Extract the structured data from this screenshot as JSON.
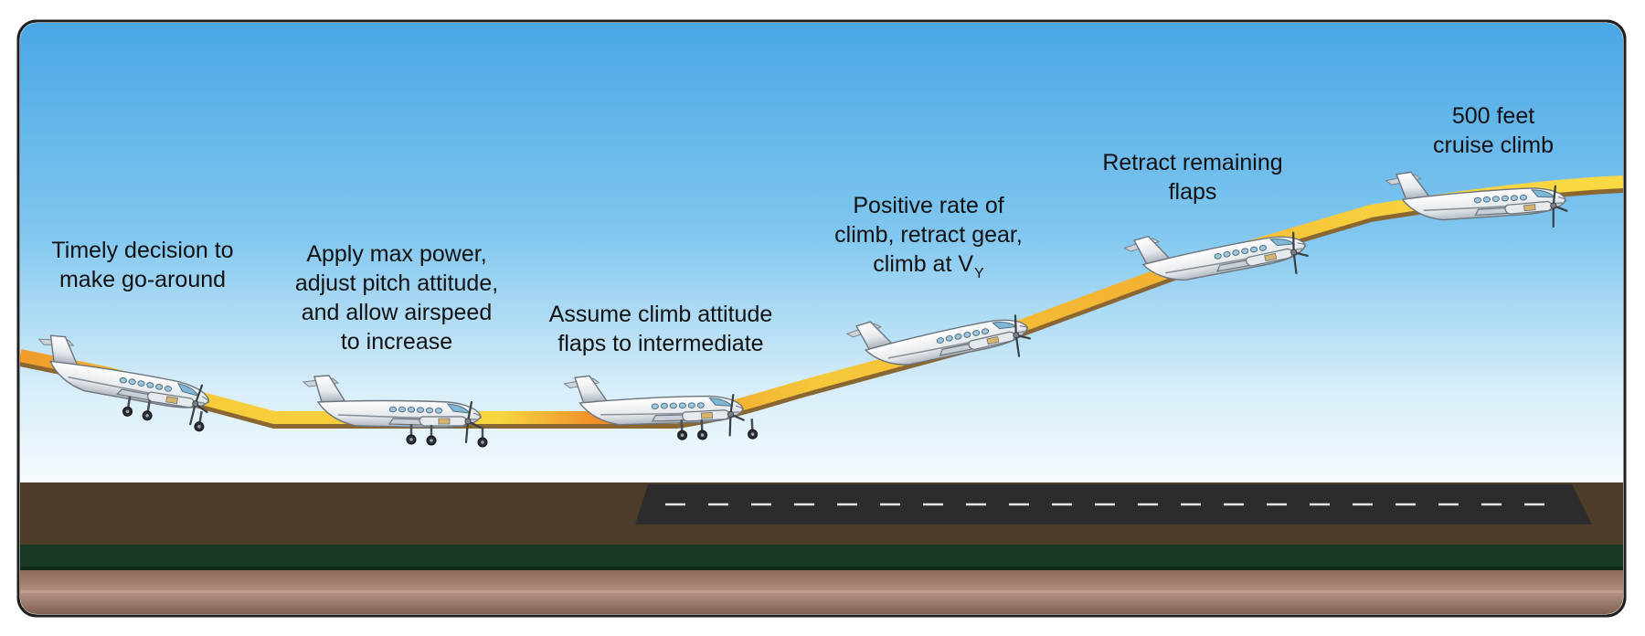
{
  "steps": [
    {
      "lines": [
        "Timely decision to",
        "make go-around"
      ]
    },
    {
      "lines": [
        "Apply max power,",
        "adjust pitch attitude,",
        "and allow airspeed",
        "to increase"
      ]
    },
    {
      "lines": [
        "Assume climb attitude",
        "flaps to intermediate"
      ]
    },
    {
      "lines": [
        "Positive rate of",
        "climb, retract gear,",
        "climb at V"
      ],
      "subscript": "Y"
    },
    {
      "lines": [
        "Retract remaining",
        "flaps"
      ]
    },
    {
      "lines": [
        "500 feet",
        "cruise climb"
      ]
    }
  ],
  "colors": {
    "sky_top": "#4da9e6",
    "sky_bottom": "#f4fbff",
    "path_orange": "#f0a02a",
    "path_yellow": "#f7d23a",
    "ground": "#4d3e2a",
    "grass": "#173a23",
    "earth_band": "#a8877a",
    "runway": "#2c2c2c",
    "runway_marking": "#e8e8e8"
  },
  "icons": [
    "twin-turboprop-airplane-icon",
    "runway-icon"
  ]
}
